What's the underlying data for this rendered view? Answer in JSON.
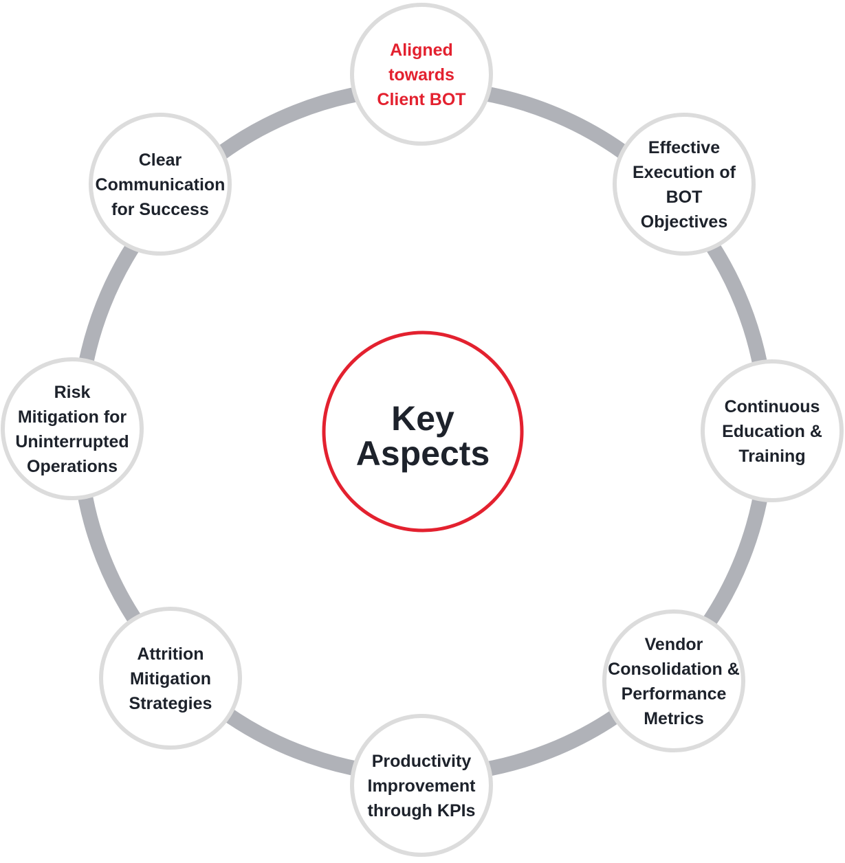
{
  "diagram": {
    "colors": {
      "ring": "#b0b2b8",
      "node_border": "#dcdcdc",
      "node_fill": "#ffffff",
      "center_border": "#e3212f",
      "text_dark": "#1d222b",
      "text_highlight": "#e3212f"
    },
    "center": {
      "lines": [
        "Key",
        "Aspects"
      ]
    },
    "nodes": [
      {
        "id": "aligned-towards-client-bot",
        "lines": [
          "Aligned",
          "towards",
          "Client BOT"
        ],
        "highlight": true
      },
      {
        "id": "effective-execution",
        "lines": [
          "Effective",
          "Execution of",
          "BOT",
          "Objectives"
        ],
        "highlight": false
      },
      {
        "id": "continuous-education",
        "lines": [
          "Continuous",
          "Education &",
          "Training"
        ],
        "highlight": false
      },
      {
        "id": "vendor-consolidation",
        "lines": [
          "Vendor",
          "Consolidation &",
          "Performance",
          "Metrics"
        ],
        "highlight": false
      },
      {
        "id": "productivity-improvement",
        "lines": [
          "Productivity",
          "Improvement",
          "through KPIs"
        ],
        "highlight": false
      },
      {
        "id": "attrition-mitigation",
        "lines": [
          "Attrition",
          "Mitigation",
          "Strategies"
        ],
        "highlight": false
      },
      {
        "id": "risk-mitigation",
        "lines": [
          "Risk",
          "Mitigation for",
          "Uninterrupted",
          "Operations"
        ],
        "highlight": false
      },
      {
        "id": "clear-communication",
        "lines": [
          "Clear",
          "Communication",
          "for Success"
        ],
        "highlight": false
      }
    ]
  }
}
